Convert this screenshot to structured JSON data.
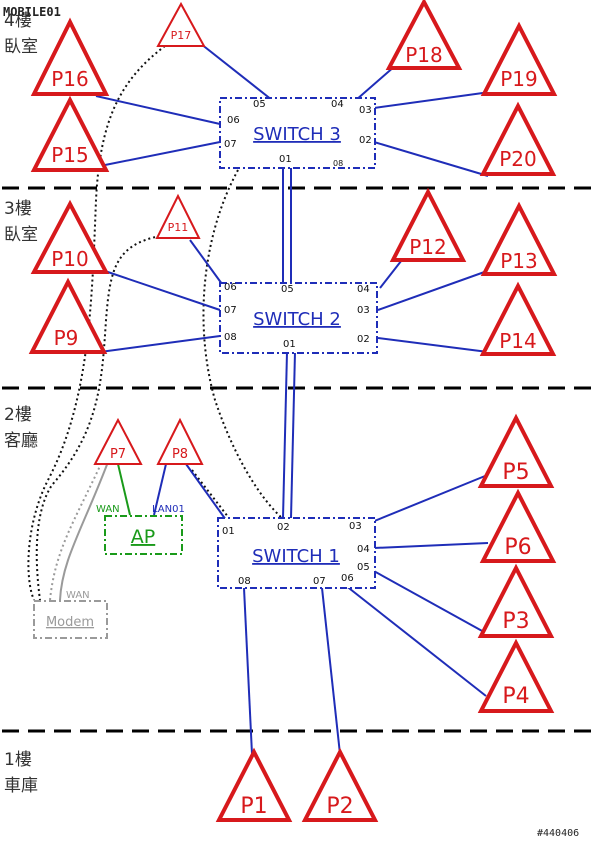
{
  "logo": "MOBILE01",
  "stamp": "#440406",
  "floors": [
    {
      "id": "4f",
      "floor": "4樓",
      "room": "臥室"
    },
    {
      "id": "3f",
      "floor": "3樓",
      "room": "臥室"
    },
    {
      "id": "2f",
      "floor": "2樓",
      "room": "客廳"
    },
    {
      "id": "1f",
      "floor": "1樓",
      "room": "車庫"
    }
  ],
  "switches": [
    {
      "id": "sw3",
      "title": "SWITCH 3"
    },
    {
      "id": "sw2",
      "title": "SWITCH 2"
    },
    {
      "id": "sw1",
      "title": "SWITCH 1"
    }
  ],
  "ap": {
    "title": "AP",
    "wan_label": "WAN",
    "lan_label": "LAN01"
  },
  "modem": {
    "title": "Modem",
    "wan_label": "WAN"
  },
  "ports": [
    {
      "id": "sw3-05",
      "label": "05"
    },
    {
      "id": "sw3-04",
      "label": "04"
    },
    {
      "id": "sw3-06",
      "label": "06"
    },
    {
      "id": "sw3-03",
      "label": "03"
    },
    {
      "id": "sw3-07",
      "label": "07"
    },
    {
      "id": "sw3-02",
      "label": "02"
    },
    {
      "id": "sw3-01",
      "label": "01"
    },
    {
      "id": "sw3-08",
      "label": "08"
    },
    {
      "id": "sw2-06",
      "label": "06"
    },
    {
      "id": "sw2-05",
      "label": "05"
    },
    {
      "id": "sw2-04",
      "label": "04"
    },
    {
      "id": "sw2-07",
      "label": "07"
    },
    {
      "id": "sw2-03",
      "label": "03"
    },
    {
      "id": "sw2-08",
      "label": "08"
    },
    {
      "id": "sw2-01",
      "label": "01"
    },
    {
      "id": "sw2-02",
      "label": "02"
    },
    {
      "id": "sw1-01",
      "label": "01"
    },
    {
      "id": "sw1-02",
      "label": "02"
    },
    {
      "id": "sw1-03",
      "label": "03"
    },
    {
      "id": "sw1-04",
      "label": "04"
    },
    {
      "id": "sw1-05",
      "label": "05"
    },
    {
      "id": "sw1-08",
      "label": "08"
    },
    {
      "id": "sw1-07",
      "label": "07"
    },
    {
      "id": "sw1-06",
      "label": "06"
    }
  ],
  "nodes": [
    {
      "id": "P17",
      "label": "P17"
    },
    {
      "id": "P16",
      "label": "P16"
    },
    {
      "id": "P15",
      "label": "P15"
    },
    {
      "id": "P18",
      "label": "P18"
    },
    {
      "id": "P19",
      "label": "P19"
    },
    {
      "id": "P20",
      "label": "P20"
    },
    {
      "id": "P11",
      "label": "P11"
    },
    {
      "id": "P10",
      "label": "P10"
    },
    {
      "id": "P9",
      "label": "P9"
    },
    {
      "id": "P12",
      "label": "P12"
    },
    {
      "id": "P13",
      "label": "P13"
    },
    {
      "id": "P14",
      "label": "P14"
    },
    {
      "id": "P7",
      "label": "P7"
    },
    {
      "id": "P8",
      "label": "P8"
    },
    {
      "id": "P5",
      "label": "P5"
    },
    {
      "id": "P6",
      "label": "P6"
    },
    {
      "id": "P3",
      "label": "P3"
    },
    {
      "id": "P4",
      "label": "P4"
    },
    {
      "id": "P1",
      "label": "P1"
    },
    {
      "id": "P2",
      "label": "P2"
    }
  ],
  "colors": {
    "node": "#d7191c",
    "link": "#1f2db8",
    "ap": "#1a9a1a",
    "modem": "#9a9a9a",
    "floor_divider": "#000000"
  }
}
